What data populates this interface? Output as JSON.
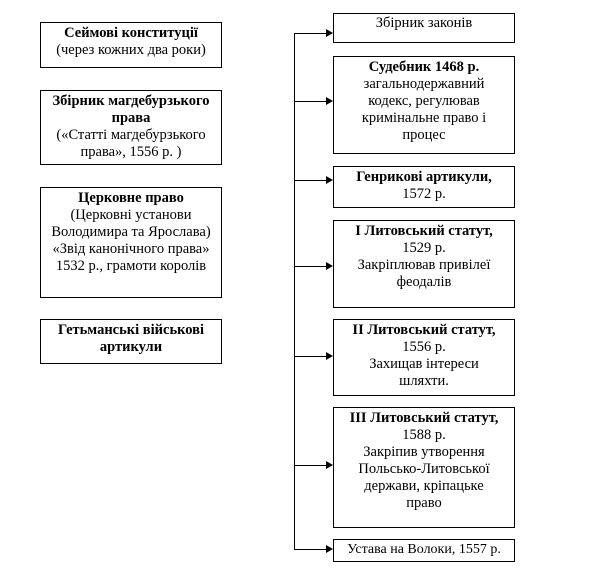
{
  "left_boxes": [
    {
      "title": "Сеймові конституції",
      "lines": [
        "(через кожних два роки)"
      ]
    },
    {
      "title": "Збірник магдебурзького права",
      "lines": [
        "(«Статті магдебурзького",
        "права», 1556 р. )"
      ]
    },
    {
      "title": "Церковне право",
      "lines": [
        "(Церковні установи",
        "Володимира та Ярослава)",
        "«Звід канонічного права»",
        "1532 р., грамоти королів"
      ]
    },
    {
      "title": "Гетьманські військові артикули",
      "lines": []
    }
  ],
  "right_boxes": [
    {
      "title": "",
      "lines": [
        "Збірник законів"
      ]
    },
    {
      "title": "Судебник 1468 р.",
      "lines": [
        "загальнодержавний",
        "кодекс, регулював",
        "кримінальне право і",
        "процес"
      ]
    },
    {
      "title": "Генрикові артикули,",
      "lines": [
        "1572 р."
      ]
    },
    {
      "title": "І Литовський статут,",
      "lines": [
        "1529 р.",
        "Закріплював привілеї",
        "феодалів"
      ]
    },
    {
      "title": "ІІ Литовський статут,",
      "lines": [
        "1556 р.",
        "Захищав інтереси",
        "шляхти."
      ]
    },
    {
      "title": "ІІІ Литовський статут,",
      "lines": [
        "1588 р.",
        "Закріпив утворення",
        "Польсько-Литовської",
        "держави, кріпацьке",
        "право"
      ]
    },
    {
      "title": "",
      "lines": [
        "Устава на Волоки, 1557 р."
      ]
    }
  ]
}
